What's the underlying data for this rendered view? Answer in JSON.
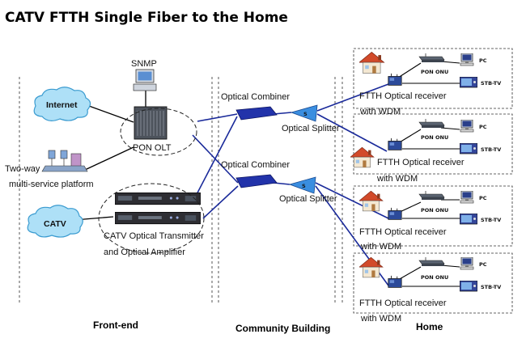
{
  "title": "CATV FTTH Single Fiber to the Home",
  "frontend": {
    "snmp": "SNMP",
    "internet": "Internet",
    "pon_olt": "PON OLT",
    "two_way": "Two-way",
    "multi_service": "multi-service platform",
    "catv": "CATV",
    "catv_tx": "CATV Optical Transmitter",
    "amplifier": "and Optical Amplifier"
  },
  "community": {
    "combiner_top": "Optical Combiner",
    "combiner_bottom": "Optical Combiner",
    "splitter_top": "Optical Splitter",
    "splitter_bottom": "Optical Splitter"
  },
  "homes": [
    {
      "onu": "PON ONU",
      "pc": "PC",
      "stb": "STB-TV",
      "receiver": "FTTH Optical receiver",
      "wdm": "with WDM"
    },
    {
      "onu": "PON ONU",
      "pc": "PC",
      "stb": "STB-TV",
      "receiver": "FTTH Optical receiver",
      "wdm": "with WDM"
    },
    {
      "onu": "PON ONU",
      "pc": "PC",
      "stb": "STB-TV",
      "receiver": "FTTH Optical receiver",
      "wdm": "with WDM"
    },
    {
      "onu": "PON ONU",
      "pc": "PC",
      "stb": "STB-TV",
      "receiver": "FTTH Optical receiver",
      "wdm": "with WDM"
    }
  ],
  "sections": {
    "frontend": "Front-end",
    "community": "Community Building",
    "home": "Home"
  }
}
